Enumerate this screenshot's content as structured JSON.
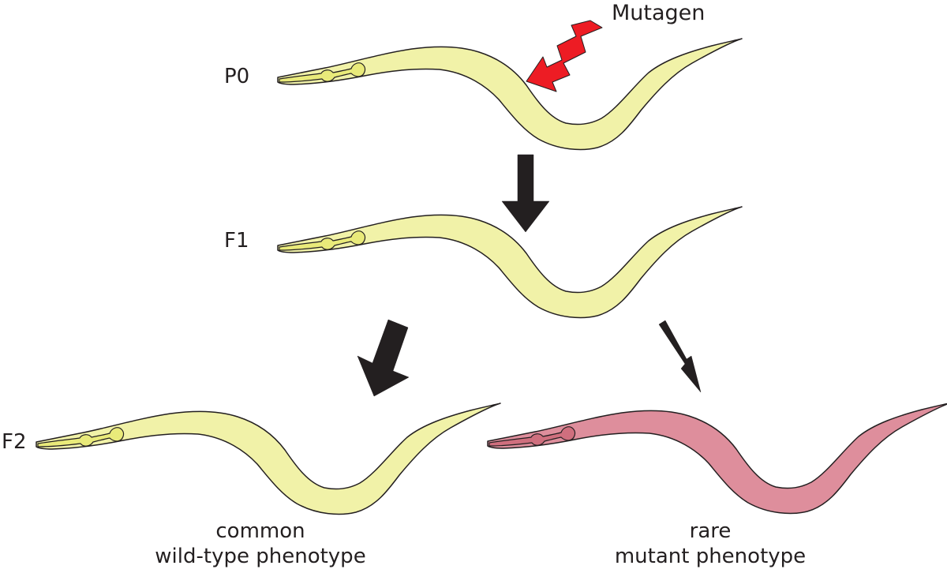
{
  "diagram": {
    "title": "Forward genetic screen: mutagenesis of C. elegans",
    "colors": {
      "wild_type_body": "#f1f2a8",
      "wild_type_pharynx": "#e9ea7a",
      "mutant_body": "#de8e9c",
      "mutant_pharynx": "#cf6f7e",
      "outline": "#231f20",
      "mutagen_arrow": "#ed1c24",
      "generation_arrow": "#231f20"
    },
    "mutagen_label": "Mutagen",
    "generations": [
      {
        "label": "P0",
        "phenotype": "wild-type"
      },
      {
        "label": "F1",
        "phenotype": "wild-type"
      },
      {
        "label": "F2",
        "phenotype": "wild-type"
      }
    ],
    "outcomes": [
      {
        "frequency": "common",
        "phenotype": "wild-type phenotype",
        "worm": "wild-type"
      },
      {
        "frequency": "rare",
        "phenotype": "mutant phenotype",
        "worm": "mutant"
      }
    ],
    "arrows": [
      {
        "from": "Mutagen",
        "to": "P0",
        "kind": "lightning"
      },
      {
        "from": "P0",
        "to": "F1",
        "kind": "thick"
      },
      {
        "from": "F1",
        "to": "F2 wild-type",
        "kind": "thick"
      },
      {
        "from": "F1",
        "to": "F2 mutant",
        "kind": "thin"
      }
    ]
  }
}
